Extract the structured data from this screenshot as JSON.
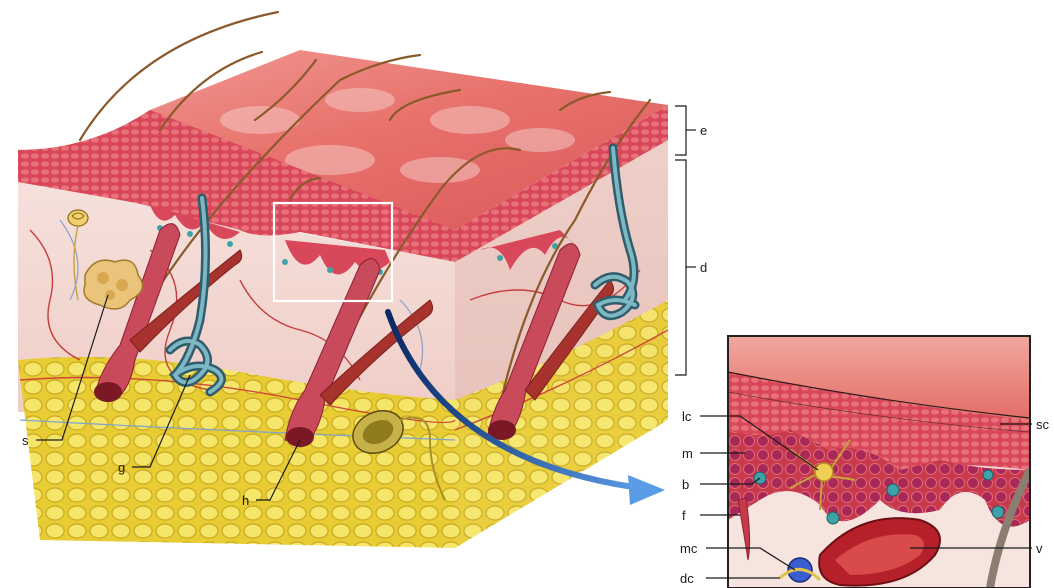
{
  "labels": {
    "e": "e",
    "d": "d",
    "s": "s",
    "g": "g",
    "h": "h",
    "lc": "lc",
    "m": "m",
    "b": "b",
    "f": "f",
    "mc": "mc",
    "dc": "dc",
    "sc": "sc",
    "v": "v"
  },
  "colors": {
    "epidermis_top": "#e8716b",
    "epidermis_dark": "#c8394a",
    "dermis": "#f3d6d0",
    "fat": "#e8d13a",
    "fat_dark": "#c9a81f",
    "hair": "#8a5a2b",
    "muscle": "#a8322e",
    "gland": "#4f8394",
    "arrow": "#2a62b5",
    "basal_cell": "#3fa2a9",
    "vessel": "#b5202a"
  }
}
